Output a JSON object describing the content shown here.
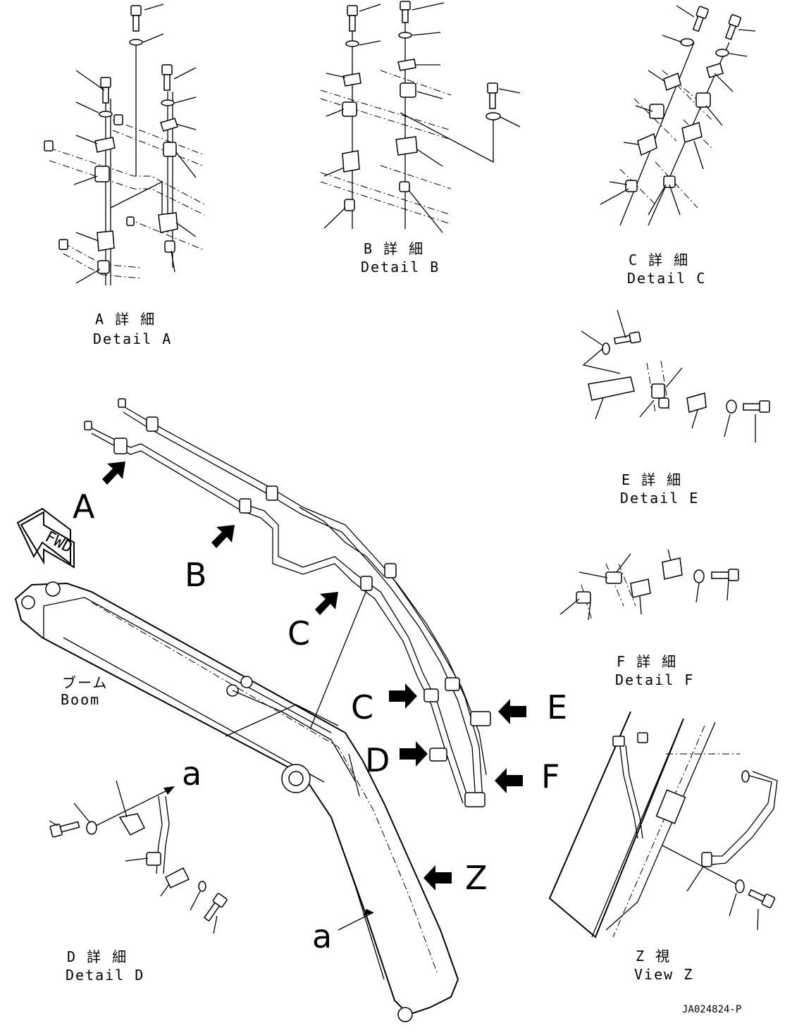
{
  "details": {
    "A": {
      "ja": "A 詳 細",
      "en": "Detail A"
    },
    "B": {
      "ja": "B 詳 細",
      "en": "Detail B"
    },
    "C": {
      "ja": "C 詳 細",
      "en": "Detail C"
    },
    "D": {
      "ja": "D 詳 細",
      "en": "Detail D"
    },
    "E": {
      "ja": "E 詳 細",
      "en": "Detail E"
    },
    "F": {
      "ja": "F 詳 細",
      "en": "Detail F"
    },
    "Z": {
      "ja": "Z 視",
      "en": "View Z"
    }
  },
  "boom": {
    "ja": "ブーム",
    "en": "Boom"
  },
  "fwd": "FWD",
  "callouts": {
    "A": "A",
    "B": "B",
    "C1": "C",
    "C2": "C",
    "D": "D",
    "E": "E",
    "F": "F",
    "Z": "Z",
    "a1": "a",
    "a2": "a"
  },
  "drawing_number": "JA024824-P"
}
